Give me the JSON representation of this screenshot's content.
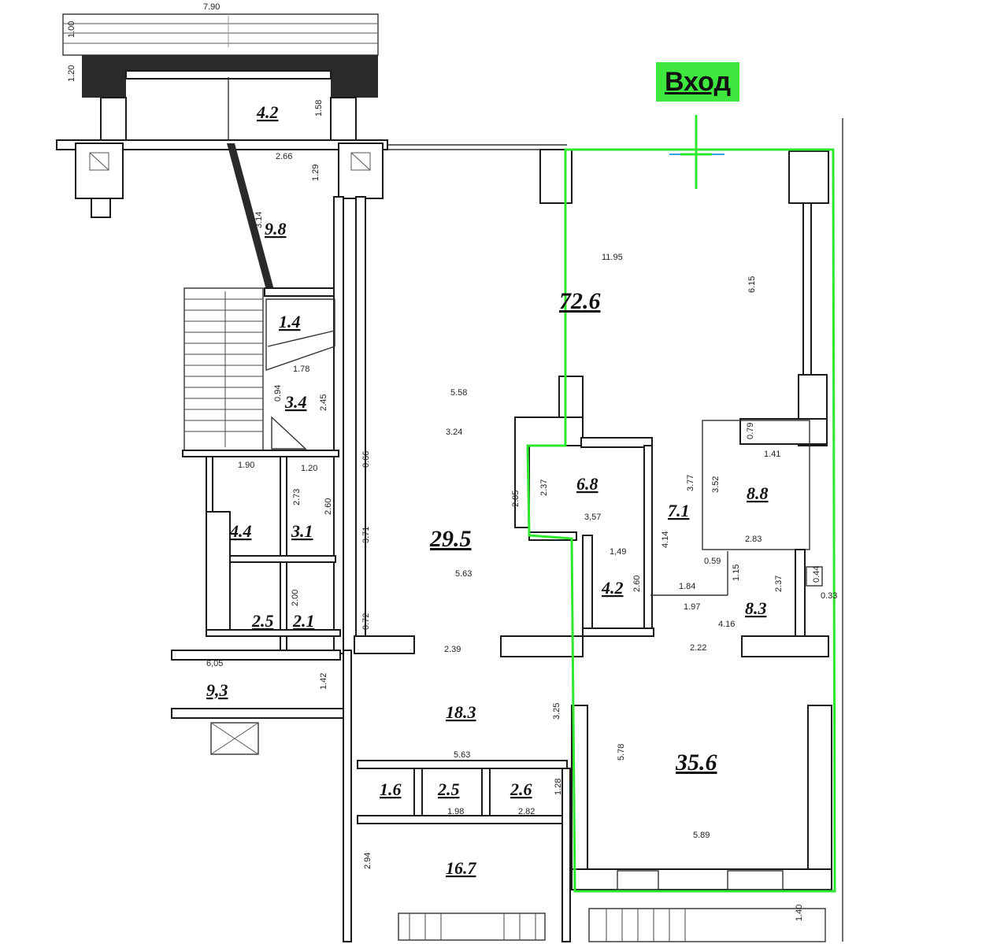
{
  "colors": {
    "highlight": "#2ee82e",
    "entrance_bg": "#3ee83e",
    "accent_edge": "#e0701e",
    "wall": "#1a1a1a"
  },
  "entrance_label": "Вход",
  "rooms": [
    {
      "id": "r1",
      "area": "4.2",
      "size": "md"
    },
    {
      "id": "r2",
      "area": "9.8",
      "size": "md"
    },
    {
      "id": "r3",
      "area": "1.4",
      "size": "md"
    },
    {
      "id": "r4",
      "area": "3.4",
      "size": "md"
    },
    {
      "id": "r5",
      "area": "4.4",
      "size": "md"
    },
    {
      "id": "r6",
      "area": "3.1",
      "size": "md"
    },
    {
      "id": "r7",
      "area": "2.5",
      "size": "md"
    },
    {
      "id": "r8",
      "area": "2.1",
      "size": "md"
    },
    {
      "id": "r9",
      "area": "9,3",
      "size": "md"
    },
    {
      "id": "r10",
      "area": "29.5",
      "size": "lg"
    },
    {
      "id": "r11",
      "area": "18.3",
      "size": "md"
    },
    {
      "id": "r12",
      "area": "1.6",
      "size": "md"
    },
    {
      "id": "r13",
      "area": "2.5",
      "size": "md"
    },
    {
      "id": "r14",
      "area": "2.6",
      "size": "md"
    },
    {
      "id": "r15",
      "area": "16.7",
      "size": "md"
    },
    {
      "id": "r16",
      "area": "72.6",
      "size": "lg"
    },
    {
      "id": "r17",
      "area": "6.8",
      "size": "md"
    },
    {
      "id": "r18",
      "area": "7.1",
      "size": "md"
    },
    {
      "id": "r19",
      "area": "8.8",
      "size": "md"
    },
    {
      "id": "r20",
      "area": "4.2",
      "size": "md"
    },
    {
      "id": "r21",
      "area": "8.3",
      "size": "md"
    },
    {
      "id": "r22",
      "area": "35.6",
      "size": "lg"
    }
  ],
  "dimensions": [
    "7.90",
    "1.00",
    "1.20",
    "1.58",
    "2.66",
    "1.29",
    "3.14",
    "1.78",
    "0.94",
    "2.45",
    "1.90",
    "1.20",
    "2.73",
    "2.60",
    "2.00",
    "6,05",
    "1.42",
    "0.66",
    "3.71",
    "0.72",
    "5.58",
    "3.24",
    "5.63",
    "2.39",
    "3.25",
    "5.63",
    "1.98",
    "2.82",
    "1.28",
    "2.94",
    "2.85",
    "2.37",
    "3,57",
    "1,49",
    "2.60",
    "11.95",
    "6.15",
    "3.77",
    "0.79",
    "1.41",
    "3.52",
    "2.83",
    "4.14",
    "0.59",
    "1.15",
    "1.84",
    "1.97",
    "4.16",
    "2.37",
    "0.44",
    "0.33",
    "2.22",
    "5.78",
    "5.89",
    "1.40"
  ]
}
